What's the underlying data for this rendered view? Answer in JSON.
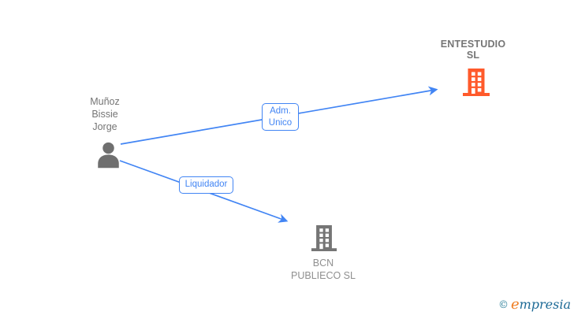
{
  "diagram": {
    "person": {
      "name_line1": "Muñoz",
      "name_line2": "Bissie",
      "name_line3": "Jorge",
      "icon_color": "#6f6f6f"
    },
    "company_primary": {
      "name_line1": "ENTESTUDIO",
      "name_line2": "SL",
      "icon_color": "#FF5A2B",
      "label_color": "#757575"
    },
    "company_secondary": {
      "name_line1": "BCN",
      "name_line2": "PUBLIECO SL",
      "icon_color": "#757575",
      "label_color": "#8f8f8f"
    },
    "relationships": {
      "adm_unico": {
        "line1": "Adm.",
        "line2": "Unico"
      },
      "liquidador": {
        "label": "Liquidador"
      }
    },
    "edge_color": "#4285F4"
  },
  "watermark": {
    "copyright_symbol": "©",
    "brand_initial": "e",
    "brand_rest": "mpresia"
  }
}
